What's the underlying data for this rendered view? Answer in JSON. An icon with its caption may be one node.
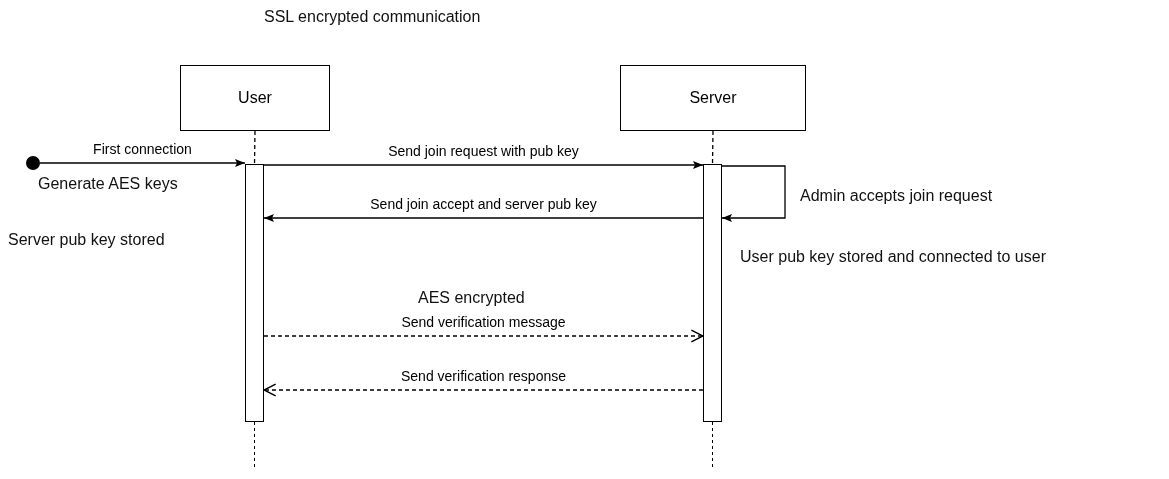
{
  "diagram": {
    "title": "SSL encrypted communication",
    "nodes": [
      {
        "text": [
          "User"
        ]
      },
      {
        "text": [
          "Server"
        ]
      },
      {
        "text": [],
        "shape": "bar"
      },
      {
        "text": [],
        "shape": "bar"
      },
      {
        "text": [],
        "shape": "circle"
      }
    ],
    "edges": [
      {
        "from": 0,
        "to": 2,
        "arrow": "none",
        "style": "dashed"
      },
      {
        "from": 1,
        "to": 3,
        "arrow": "none",
        "style": "dashed"
      },
      {
        "from": 4,
        "to": 2,
        "arrow": "to",
        "label": "First connection"
      },
      {
        "from": 2,
        "to": 3,
        "arrow": "to",
        "label": "Send join request with pub key"
      },
      {
        "from": 3,
        "to": 2,
        "arrow": "to",
        "label": "Send join accept and server pub key"
      },
      {
        "from": 3,
        "to": 3,
        "arrow": "to",
        "label": "Admin accepts join request"
      },
      {
        "from": 2,
        "to": 3,
        "arrow": "to",
        "style": "dashed",
        "label": "Send verification message"
      },
      {
        "from": 3,
        "to": 2,
        "arrow": "to",
        "style": "dashed",
        "label": "Send verification response"
      }
    ],
    "labels": [
      "Generate AES keys",
      "Server pub key stored",
      "AES encrypted",
      "User pub key stored and connected to user"
    ]
  }
}
